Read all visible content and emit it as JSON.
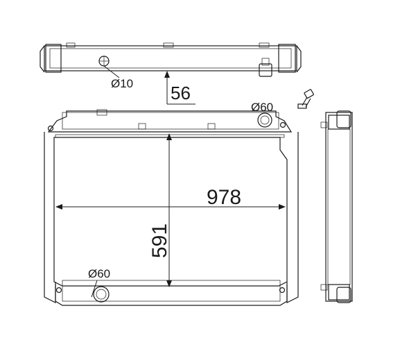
{
  "dimensions": {
    "top_hole_diameter": "Ø10",
    "depth": "56",
    "top_pipe_diameter": "Ø60",
    "width": "978",
    "height": "591",
    "bottom_pipe_diameter": "Ø60"
  },
  "colors": {
    "line": "#1a1a1a",
    "background": "#ffffff"
  }
}
